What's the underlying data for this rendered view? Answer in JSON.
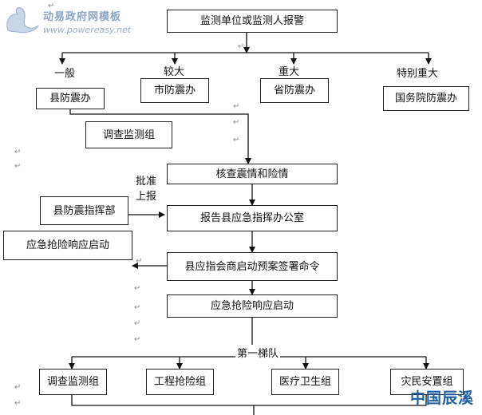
{
  "logo": {
    "title": "动易政府网模板",
    "url": "www.powereasy.net"
  },
  "watermark": "中国辰溪",
  "nodes": {
    "alarm": "监测单位或监测人报警",
    "county_office": "县防震办",
    "city_office": "市防震办",
    "province_office": "省防震办",
    "state_office": "国务院防震办",
    "survey_group": "调查监测组",
    "verify": "核查震情和险情",
    "command_hq": "县防震指挥部",
    "report": "报告县应急指挥办公室",
    "emergency_start_left": "应急抢险响应启动",
    "order": "县应指会商启动预案签署命令",
    "emergency_start": "应急抢险响应启动",
    "team_survey": "调查监测组",
    "team_engineering": "工程抢险组",
    "team_medical": "医疗卫生组",
    "team_resettlement": "灾民安置组"
  },
  "labels": {
    "general": "一般",
    "larger": "较大",
    "major": "重大",
    "extra_major": "特别重大",
    "approve": "批准",
    "report_up": "上报",
    "echelon": "第一梯队"
  },
  "colors": {
    "line": "#111111",
    "paragraph_mark": "#8a8a8a",
    "watermark": "#1f5f9e",
    "logo": "#8aa4c4"
  }
}
